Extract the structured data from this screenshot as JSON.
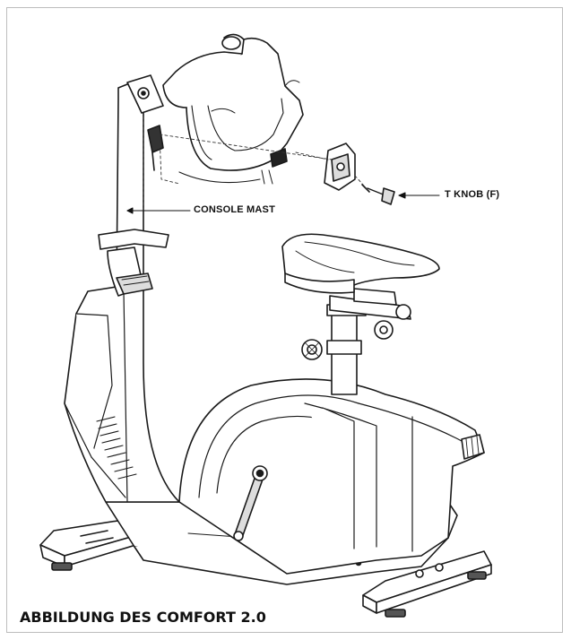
{
  "figure": {
    "caption": "ABBILDUNG DES COMFORT 2.0",
    "callouts": {
      "console_mast": "CONSOLE MAST",
      "t_knob": "T KNOB (F)"
    }
  }
}
